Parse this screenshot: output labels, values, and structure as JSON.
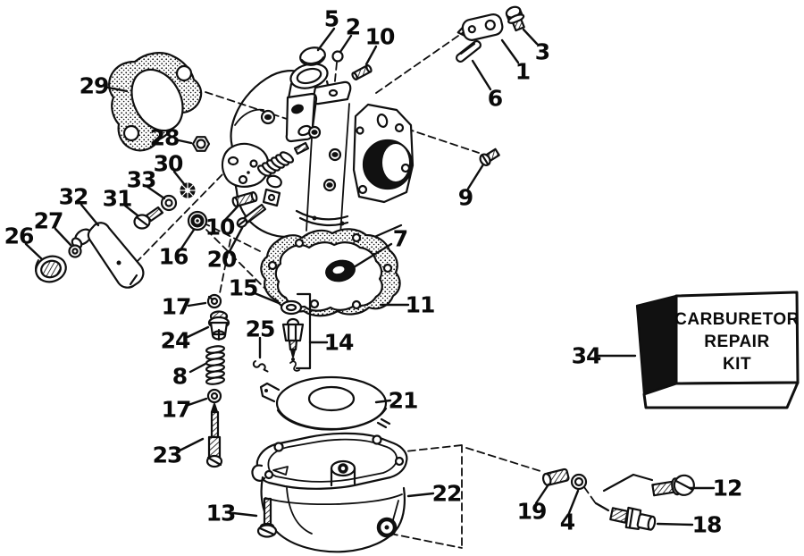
{
  "kit_box": {
    "line1": "CARBURETOR",
    "line2": "REPAIR",
    "line3": "KIT"
  },
  "colors": {
    "ink": "#0a0a0a",
    "paper": "#ffffff"
  },
  "callouts": {
    "c1": {
      "label": "1"
    },
    "c2": {
      "label": "2"
    },
    "c3": {
      "label": "3"
    },
    "c4": {
      "label": "4"
    },
    "c5": {
      "label": "5"
    },
    "c6": {
      "label": "6"
    },
    "c7": {
      "label": "7"
    },
    "c8": {
      "label": "8"
    },
    "c9": {
      "label": "9"
    },
    "c10_top": {
      "label": "10"
    },
    "c10_mid": {
      "label": "10"
    },
    "c11": {
      "label": "11"
    },
    "c12": {
      "label": "12"
    },
    "c13": {
      "label": "13"
    },
    "c14": {
      "label": "14"
    },
    "c15": {
      "label": "15"
    },
    "c16": {
      "label": "16"
    },
    "c17_upper": {
      "label": "17"
    },
    "c17_lower": {
      "label": "17"
    },
    "c18": {
      "label": "18"
    },
    "c19": {
      "label": "19"
    },
    "c20": {
      "label": "20"
    },
    "c21": {
      "label": "21"
    },
    "c22": {
      "label": "22"
    },
    "c23": {
      "label": "23"
    },
    "c24": {
      "label": "24"
    },
    "c25": {
      "label": "25"
    },
    "c26": {
      "label": "26"
    },
    "c27": {
      "label": "27"
    },
    "c28": {
      "label": "28"
    },
    "c29": {
      "label": "29"
    },
    "c30": {
      "label": "30"
    },
    "c31": {
      "label": "31"
    },
    "c32": {
      "label": "32"
    },
    "c33": {
      "label": "33"
    },
    "c34": {
      "label": "34"
    }
  }
}
